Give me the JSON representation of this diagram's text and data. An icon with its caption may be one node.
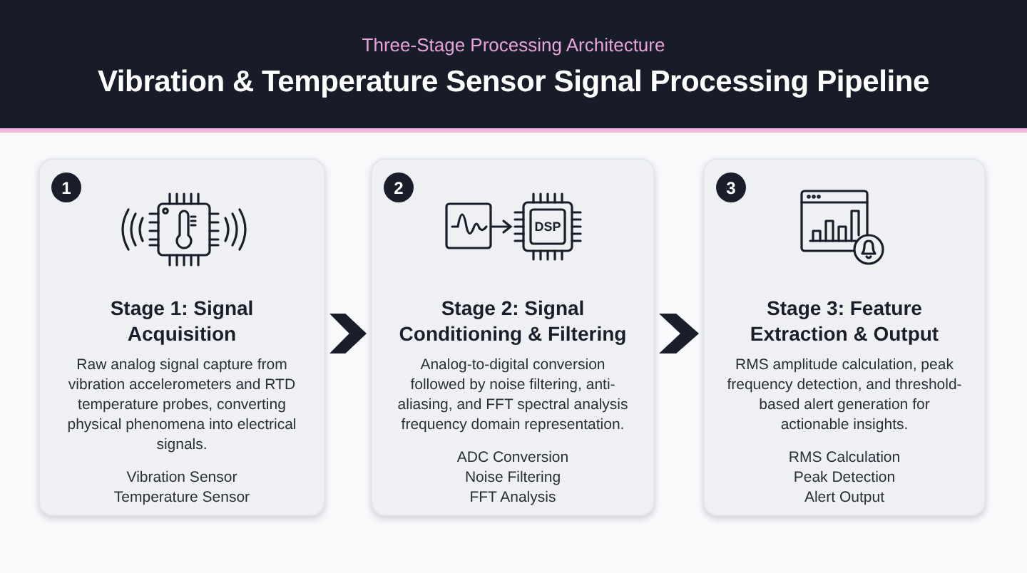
{
  "diagram": {
    "title": "Vibration & Temperature Sensor Signal Processing Pipeline",
    "nodes": [
      {
        "text": [
          "Stage 1: Signal Acquisition",
          "Raw analog signal capture from vibration accelerometers and RTD temperature probes, converting physical phenomena into electrical signals.",
          "Vibration Sensor",
          "Temperature Sensor"
        ]
      },
      {
        "text": [
          "1"
        ],
        "in": 0
      },
      {
        "text": [
          "Stage 2: Signal Conditioning & Filtering",
          "Analog-to-digital conversion followed by noise filtering, anti-aliasing, and FFT spectral analysis frequency domain representation.",
          "ADC Conversion",
          "Noise Filtering",
          "FFT Analysis"
        ]
      },
      {
        "text": [
          "2"
        ],
        "in": 2
      },
      {
        "text": [
          "Stage 3: Feature Extraction & Output",
          "RMS amplitude calculation, peak frequency detection, and threshold-based alert generation for actionable insights.",
          "RMS Calculation",
          "Peak Detection",
          "Alert Output"
        ]
      },
      {
        "text": [
          "3"
        ],
        "in": 4
      }
    ],
    "edges": [
      {
        "from": 0,
        "to": 2,
        "arrow": "to"
      },
      {
        "from": 2,
        "to": 4,
        "arrow": "to"
      }
    ],
    "labels": [
      "Three-Stage Processing Architecture",
      "DSP"
    ]
  }
}
